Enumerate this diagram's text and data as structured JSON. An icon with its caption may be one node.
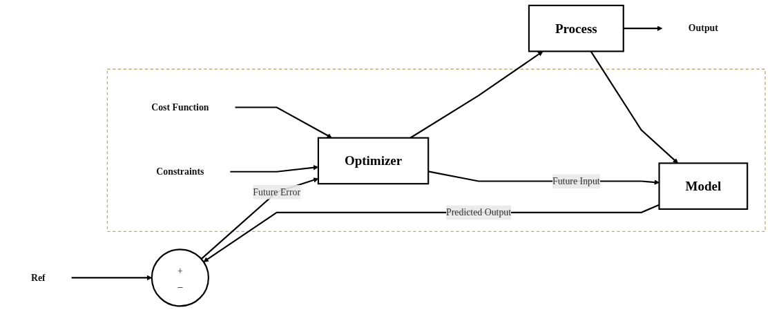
{
  "diagram": {
    "nodes": [
      {
        "text": [
          "Ref"
        ]
      },
      {
        "text": [
          "+",
          "_"
        ]
      },
      {
        "text": [],
        "shape": "box"
      },
      {
        "text": [
          "Cost Function"
        ],
        "in": 2
      },
      {
        "text": [
          "Constraints"
        ],
        "in": 2
      },
      {
        "text": [
          "Optimizer"
        ],
        "in": 2
      },
      {
        "text": [
          "Process"
        ]
      },
      {
        "text": [
          "Output"
        ]
      },
      {
        "text": [
          "Model"
        ],
        "in": 2
      }
    ],
    "edges": [
      {
        "from": 0,
        "to": 1,
        "arrow": "to"
      },
      {
        "from": 1,
        "to": 5,
        "arrow": "to",
        "label": "Future Error"
      },
      {
        "from": 3,
        "to": 5,
        "arrow": "to"
      },
      {
        "from": 4,
        "to": 5,
        "arrow": "to"
      },
      {
        "from": 5,
        "to": 6,
        "arrow": "to"
      },
      {
        "from": 5,
        "to": 8,
        "arrow": "to",
        "label": "Future Input"
      },
      {
        "from": 6,
        "to": 7,
        "arrow": "to"
      },
      {
        "from": 6,
        "to": 8,
        "arrow": "to"
      },
      {
        "from": 8,
        "to": 1,
        "arrow": "to",
        "label": "Predicted Output"
      }
    ]
  }
}
